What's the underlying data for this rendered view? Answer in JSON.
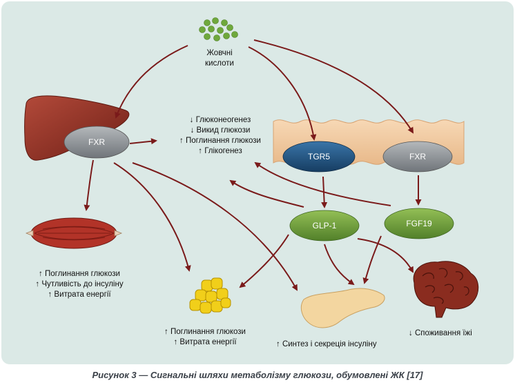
{
  "colors": {
    "background": "#dbe9e6",
    "arrow": "#7a1a1a",
    "fxr_node": "#8e9295",
    "tgr5_node": "#1f4f7a",
    "glp1_node": "#6f9a3a",
    "fgf19_node": "#6f9a3a",
    "liver": "#8b2e23",
    "intestine": "#f0c9a0",
    "fat": "#e6c300",
    "pancreas": "#f1d29a",
    "brain": "#8a2c1f",
    "bile_acids": "#6fa83c"
  },
  "bile_acids": {
    "line1": "Жовчні",
    "line2": "кислоти"
  },
  "nodes": {
    "fxr_liver": "FXR",
    "tgr5": "TGR5",
    "fxr_intestine": "FXR",
    "glp1": "GLP-1",
    "fgf19": "FGF19"
  },
  "liver_effects": [
    "↓ Глюконеогенез",
    "↓ Викид глюкози",
    "↑ Поглинання глюкози",
    "↑ Глікогенез"
  ],
  "muscle_effects": [
    "↑ Поглинання глюкози",
    "↑ Чутливість до інсуліну",
    "↑ Витрата енергії"
  ],
  "fat_effects": [
    "↑ Поглинання глюкози",
    "↑ Витрата енергії"
  ],
  "pancreas_effect": "↑ Синтез і секреція інсуліну",
  "brain_effect": "↓ Споживання їжі",
  "caption": "Рисунок 3 — Сигнальні шляхи метаболізму глюкози, обумовлені ЖК [17]"
}
